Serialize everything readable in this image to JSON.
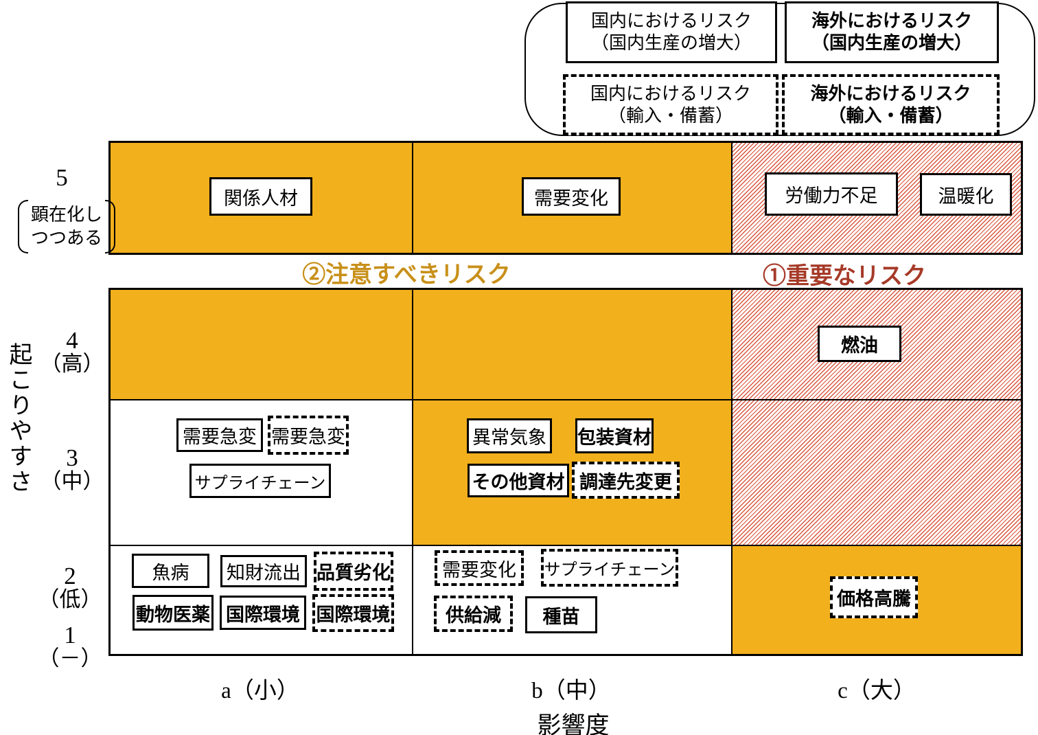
{
  "legend": {
    "items": [
      {
        "line1": "国内におけるリスク",
        "line2": "（国内生産の増大）",
        "border": "solid",
        "weight": "normal"
      },
      {
        "line1": "海外におけるリスク",
        "line2": "（国内生産の増大）",
        "border": "solid",
        "weight": "bold"
      },
      {
        "line1": "国内におけるリスク",
        "line2": "（輸入・備蓄）",
        "border": "dashed",
        "weight": "normal"
      },
      {
        "line1": "海外におけるリスク",
        "line2": "（輸入・備蓄）",
        "border": "dashed",
        "weight": "bold"
      }
    ]
  },
  "zones": {
    "caution": "②注意すべきリスク",
    "important": "①重要なリスク"
  },
  "y_axis": {
    "title": "起こりやすさ",
    "l5": "5",
    "l5_note1": "顕在化し",
    "l5_note2": "つつある",
    "l4": "4",
    "l4_sub": "（高）",
    "l3": "3",
    "l3_sub": "（中）",
    "l2": "2",
    "l2_sub": "（低）",
    "l1": "1",
    "l1_sub": "（－）"
  },
  "x_axis": {
    "a": "a（小）",
    "b": "b（中）",
    "c": "c（大）",
    "title": "影響度"
  },
  "risks": {
    "kankei_jinzai": "関係人材",
    "juyou_henka_5b": "需要変化",
    "roudouryoku_fusoku": "労働力不足",
    "ondanka": "温暖化",
    "nenyu": "燃油",
    "juyou_kyuhen_solid": "需要急変",
    "juyou_kyuhen_dashed": "需要急変",
    "supply_chain_3a": "サプライチェーン",
    "ijou_kishou": "異常気象",
    "housou_shizai": "包装資材",
    "sonota_shizai": "その他資材",
    "choutatsu_henkou": "調達先変更",
    "gyobyou": "魚病",
    "chizai_ryushutsu": "知財流出",
    "hinshitsu_rekka": "品質劣化",
    "doubutsu_iyaku": "動物医薬",
    "kokusai_kankyou_solid": "国際環境",
    "kokusai_kankyou_dashed": "国際環境",
    "juyou_henka_2b": "需要変化",
    "supply_chain_2b": "サプライチェーン",
    "kyoukyuu_gen": "供給減",
    "shubyou": "種苗",
    "kakaku_koutou": "価格高騰"
  },
  "colors": {
    "cell_orange": "#F2B01C",
    "hatch_line": "#D64D33",
    "caution_text": "#C8901A",
    "important_text": "#A63A28"
  }
}
